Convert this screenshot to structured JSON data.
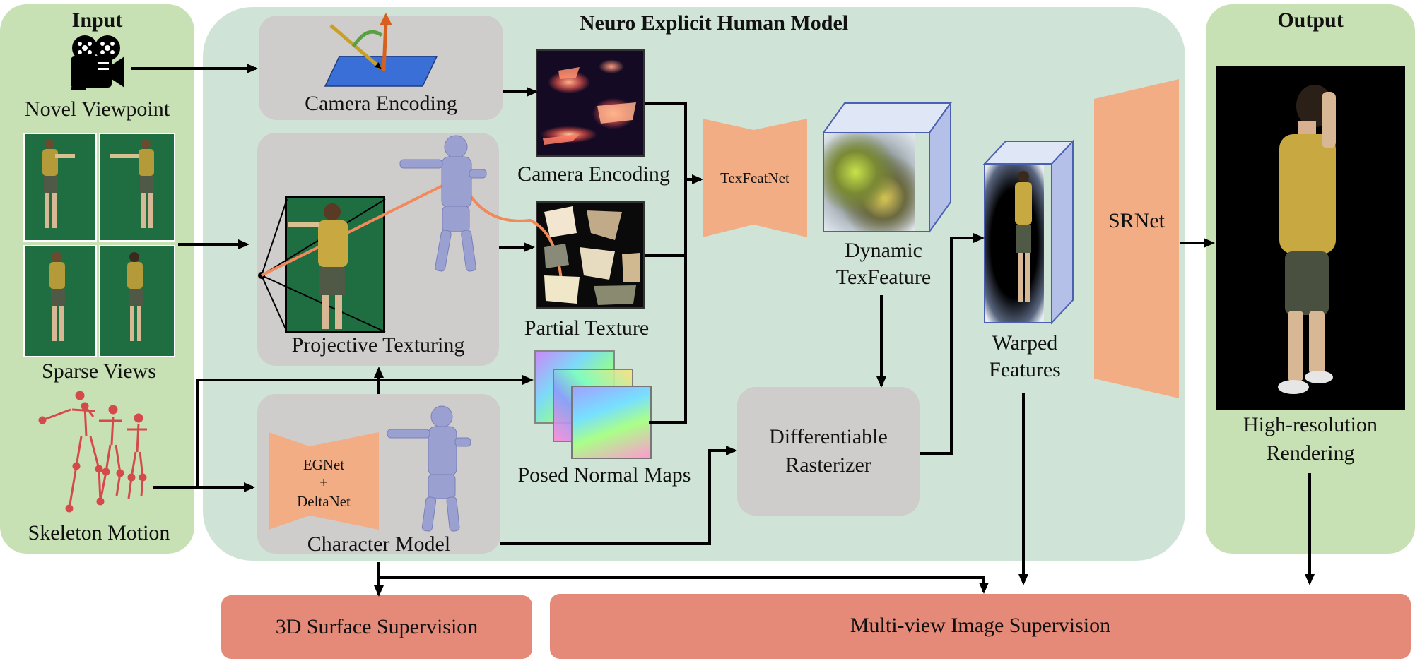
{
  "input": {
    "title": "Input",
    "novel_viewpoint": "Novel Viewpoint",
    "sparse_views": "Sparse Views",
    "skeleton_motion": "Skeleton Motion"
  },
  "model": {
    "title": "Neuro Explicit Human Model",
    "camera_encoding_box": "Camera Encoding",
    "camera_encoding_map": "Camera Encoding",
    "projective_texturing": "Projective Texturing",
    "partial_texture": "Partial Texture",
    "character_model": "Character Model",
    "egnet_line1": "EGNet",
    "egnet_plus": "+",
    "egnet_line2": "DeltaNet",
    "posed_normal_maps": "Posed Normal Maps",
    "texfeatnet": "TexFeatNet",
    "dynamic_texfeature_line1": "Dynamic",
    "dynamic_texfeature_line2": "TexFeature",
    "rasterizer_line1": "Differentiable",
    "rasterizer_line2": "Rasterizer",
    "warped_line1": "Warped",
    "warped_line2": "Features",
    "srnet": "SRNet"
  },
  "output": {
    "title": "Output",
    "rendering_line1": "High-resolution",
    "rendering_line2": "Rendering"
  },
  "supervision": {
    "surface": "3D Surface Supervision",
    "multiview": "Multi-view Image Supervision"
  },
  "colors": {
    "input_panel": "#c8e1b4",
    "model_panel": "#cfe4d6",
    "gray_box": "#cfcccc",
    "network": "#f3ad85",
    "supervision": "#e58a78"
  },
  "icons": [
    "video-camera-icon",
    "skeleton-icon"
  ]
}
